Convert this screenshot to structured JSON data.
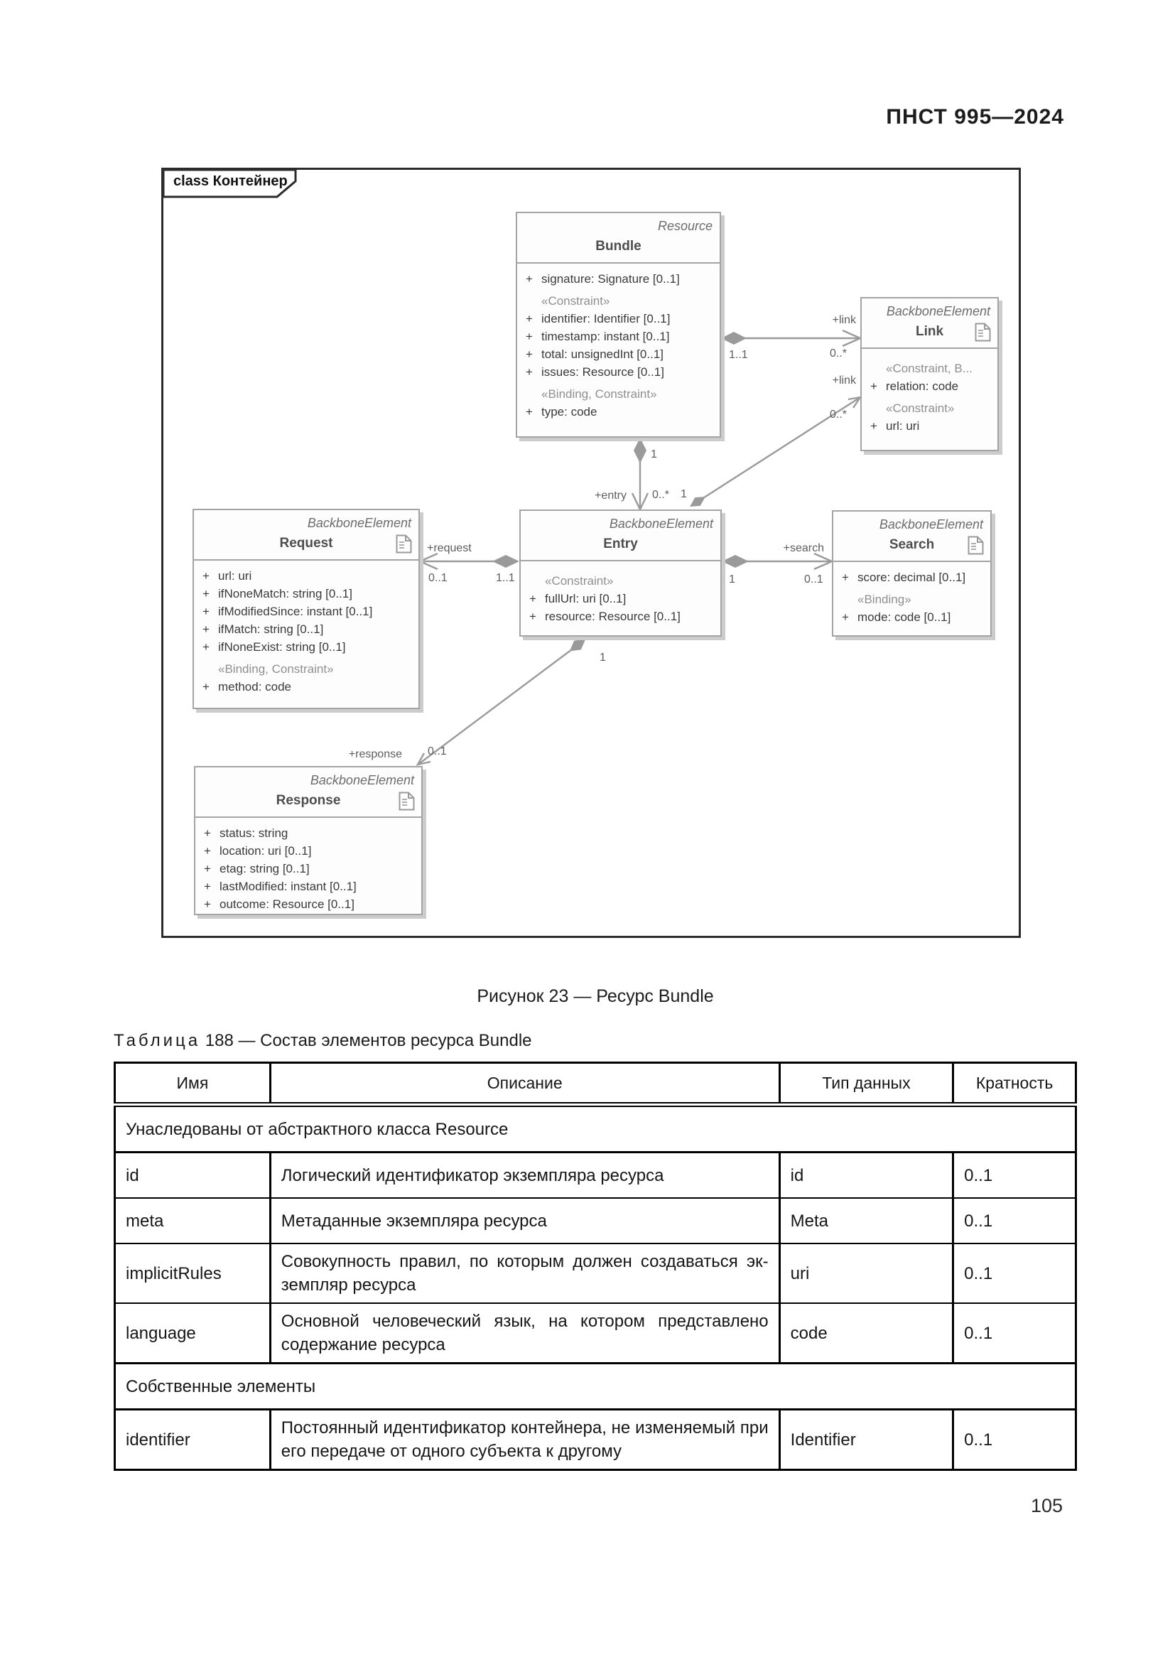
{
  "page": {
    "header": "ПНСТ 995—2024",
    "number": "105"
  },
  "figure": {
    "frame_label": "class Контейнер",
    "caption": "Рисунок 23 — Ресурс Bundle",
    "plus": "+",
    "classes": [
      {
        "stereotype_parent": "Resource",
        "name": "Bundle",
        "members": [
          {
            "kind": "attr",
            "text": "signature: Signature [0..1]"
          },
          {
            "kind": "stereo",
            "text": "«Constraint»"
          },
          {
            "kind": "attr",
            "text": "identifier: Identifier [0..1]"
          },
          {
            "kind": "attr",
            "text": "timestamp: instant [0..1]"
          },
          {
            "kind": "attr",
            "text": "total: unsignedInt [0..1]"
          },
          {
            "kind": "attr",
            "text": "issues: Resource [0..1]"
          },
          {
            "kind": "stereo",
            "text": "«Binding, Constraint»"
          },
          {
            "kind": "attr",
            "text": "type: code"
          }
        ]
      },
      {
        "stereotype_parent": "BackboneElement",
        "name": "Link",
        "members": [
          {
            "kind": "stereo",
            "text": "«Constraint, B..."
          },
          {
            "kind": "attr",
            "text": "relation: code"
          },
          {
            "kind": "stereo",
            "text": "«Constraint»"
          },
          {
            "kind": "attr",
            "text": "url: uri"
          }
        ]
      },
      {
        "stereotype_parent": "BackboneElement",
        "name": "Request",
        "members": [
          {
            "kind": "attr",
            "text": "url: uri"
          },
          {
            "kind": "attr",
            "text": "ifNoneMatch: string [0..1]"
          },
          {
            "kind": "attr",
            "text": "ifModifiedSince: instant [0..1]"
          },
          {
            "kind": "attr",
            "text": "ifMatch: string [0..1]"
          },
          {
            "kind": "attr",
            "text": "ifNoneExist: string [0..1]"
          },
          {
            "kind": "stereo",
            "text": "«Binding, Constraint»"
          },
          {
            "kind": "attr",
            "text": "method: code"
          }
        ]
      },
      {
        "stereotype_parent": "BackboneElement",
        "name": "Entry",
        "members": [
          {
            "kind": "stereo",
            "text": "«Constraint»"
          },
          {
            "kind": "attr",
            "text": "fullUrl: uri [0..1]"
          },
          {
            "kind": "attr",
            "text": "resource: Resource [0..1]"
          }
        ]
      },
      {
        "stereotype_parent": "BackboneElement",
        "name": "Search",
        "members": [
          {
            "kind": "attr",
            "text": "score: decimal [0..1]"
          },
          {
            "kind": "stereo",
            "text": "«Binding»"
          },
          {
            "kind": "attr",
            "text": "mode: code [0..1]"
          }
        ]
      },
      {
        "stereotype_parent": "BackboneElement",
        "name": "Response",
        "members": [
          {
            "kind": "attr",
            "text": "status: string"
          },
          {
            "kind": "attr",
            "text": "location: uri [0..1]"
          },
          {
            "kind": "attr",
            "text": "etag: string [0..1]"
          },
          {
            "kind": "attr",
            "text": "lastModified: instant [0..1]"
          },
          {
            "kind": "attr",
            "text": "outcome: Resource [0..1]"
          }
        ]
      }
    ],
    "labels": {
      "link1_role": "+link",
      "link1_mult": "0..*",
      "link1_src": "1..1",
      "link2_role": "+link",
      "link2_mult": "0..*",
      "link2_src": "1",
      "entry_role": "+entry",
      "entry_mult": "0..*",
      "entry_src": "1",
      "request_role": "+request",
      "request_mult": "0..1",
      "request_src": "1..1",
      "search_role": "+search",
      "search_mult": "0..1",
      "search_src": "1",
      "response_role": "+response",
      "response_mult": "0..1",
      "response_src": "1"
    }
  },
  "table": {
    "title_word": "Таблица",
    "title_rest": "188 — Состав элементов ресурса Bundle",
    "headers": [
      "Имя",
      "Описание",
      "Тип данных",
      "Кратность"
    ],
    "rows": [
      {
        "type": "section",
        "text": "Унаследованы от абстрактного класса Resource"
      },
      {
        "type": "data",
        "name": "id",
        "desc": "Логический идентификатор экземпляра ресурса",
        "datatype": "id",
        "card": "0..1"
      },
      {
        "type": "data",
        "name": "meta",
        "desc": "Метаданные экземпляра ресурса",
        "datatype": "Meta",
        "card": "0..1"
      },
      {
        "type": "data",
        "name": "implicitRules",
        "desc": "Совокупность правил, по которым должен создаваться эк­земпляр ресурса",
        "datatype": "uri",
        "card": "0..1"
      },
      {
        "type": "data",
        "name": "language",
        "desc": "Основной человеческий язык, на котором представлено содержание ресурса",
        "datatype": "code",
        "card": "0..1"
      },
      {
        "type": "section",
        "text": "Собственные элементы"
      },
      {
        "type": "data",
        "name": "identifier",
        "desc": "Постоянный идентификатор контейнера, не изменяемый при его передаче от одного субъекта к другому",
        "datatype": "Identifier",
        "card": "0..1"
      }
    ]
  }
}
